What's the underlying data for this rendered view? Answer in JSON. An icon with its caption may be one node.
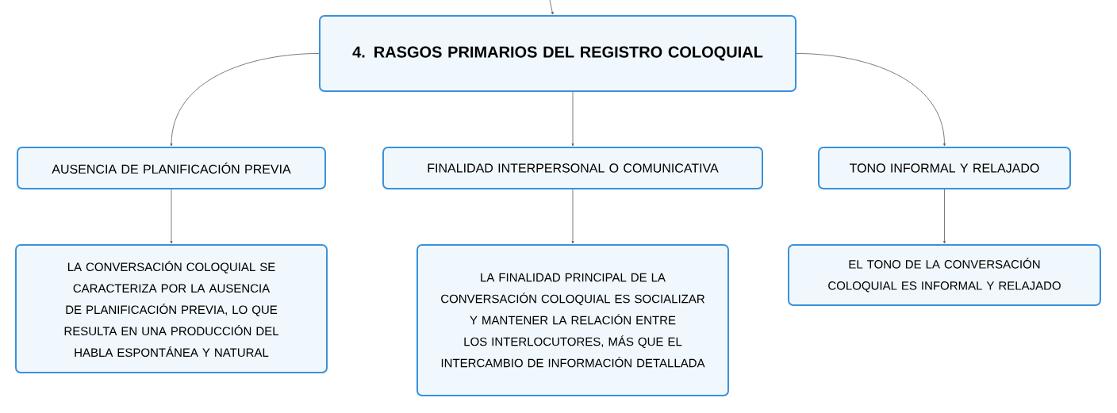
{
  "diagram": {
    "nodes": [
      {
        "text": [
          "4. RASGOS PRIMARIOS DEL REGISTRO COLOQUIAL"
        ]
      },
      {
        "text": [
          "AUSENCIA DE PLANIFICACIÓN PREVIA"
        ]
      },
      {
        "text": [
          "FINALIDAD INTERPERSONAL O COMUNICATIVA"
        ]
      },
      {
        "text": [
          "TONO INFORMAL Y RELAJADO"
        ]
      },
      {
        "text": [
          "LA CONVERSACIÓN COLOQUIAL SE CARACTERIZA POR LA AUSENCIA DE PLANIFICACIÓN PREVIA, LO QUE RESULTA EN UNA PRODUCCIÓN DEL HABLA ESPONTÁNEA Y NATURAL"
        ]
      },
      {
        "text": [
          "LA FINALIDAD PRINCIPAL DE LA CONVERSACIÓN COLOQUIAL ES SOCIALIZAR Y MANTENER LA RELACIÓN ENTRE LOS INTERLOCUTORES, MÁS QUE EL INTERCAMBIO DE INFORMACIÓN DETALLADA"
        ]
      },
      {
        "text": [
          "EL TONO DE LA CONVERSACIÓN COLOQUIAL ES INFORMAL Y RELAJADO"
        ]
      }
    ],
    "edges": [
      {
        "from": null,
        "to": 0,
        "arrow": "to"
      },
      {
        "from": 0,
        "to": 1,
        "arrow": "to"
      },
      {
        "from": 0,
        "to": 2,
        "arrow": "to"
      },
      {
        "from": 0,
        "to": 3,
        "arrow": "to"
      },
      {
        "from": 1,
        "to": 4,
        "arrow": "to"
      },
      {
        "from": 2,
        "to": 5,
        "arrow": "to"
      },
      {
        "from": 3,
        "to": 6,
        "arrow": "to"
      }
    ]
  }
}
